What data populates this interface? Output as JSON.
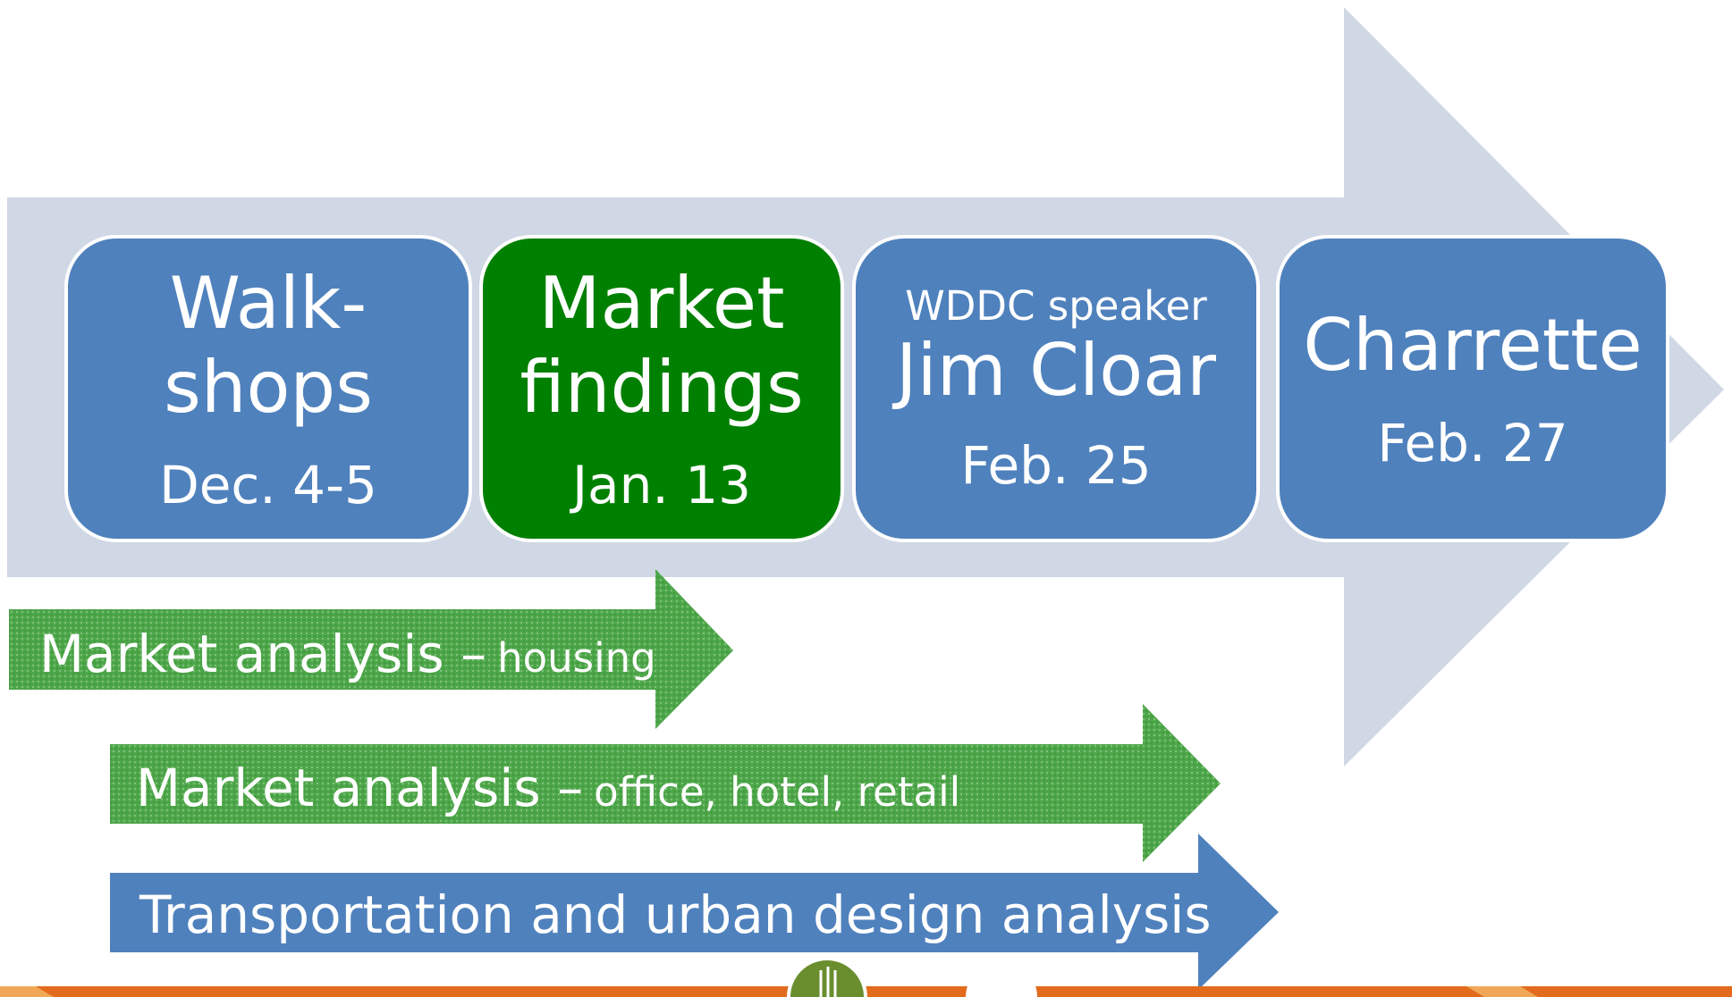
{
  "timeline": [
    {
      "title": "Walk-\nshops",
      "date": "Dec. 4-5",
      "highlighted": false
    },
    {
      "title": "Market\nfindings",
      "date": "Jan. 13",
      "highlighted": true
    },
    {
      "subtitle": "WDDC speaker",
      "title": "Jim Cloar",
      "date": "Feb. 25",
      "highlighted": false
    },
    {
      "title": "Charrette",
      "date": "Feb. 27",
      "highlighted": false
    }
  ],
  "workstreams": [
    {
      "label": "Market analysis –",
      "detail": "housing"
    },
    {
      "label": "Market analysis –",
      "detail": "office, hotel, retail"
    },
    {
      "label": "Transportation and urban design analysis"
    }
  ],
  "colors": {
    "backdrop_arrow": "#d0d7e5",
    "box_blue": "#4f81bd",
    "box_green": "#008000",
    "arrow_green": "#4ea64a",
    "arrow_blue": "#4f81bd",
    "footer_orange": "#e26b1d"
  }
}
